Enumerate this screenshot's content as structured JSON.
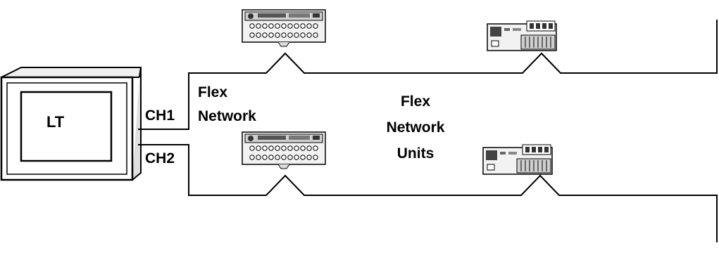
{
  "lt": {
    "label": "LT"
  },
  "channels": [
    {
      "label": "CH1"
    },
    {
      "label": "CH2"
    }
  ],
  "network": {
    "line1": "Flex",
    "line2": "Network"
  },
  "units": {
    "line1": "Flex",
    "line2": "Network",
    "line3": "Units"
  },
  "colors": {
    "stroke": "#000000",
    "device_body": "#f2f2f2",
    "background": "#ffffff"
  }
}
